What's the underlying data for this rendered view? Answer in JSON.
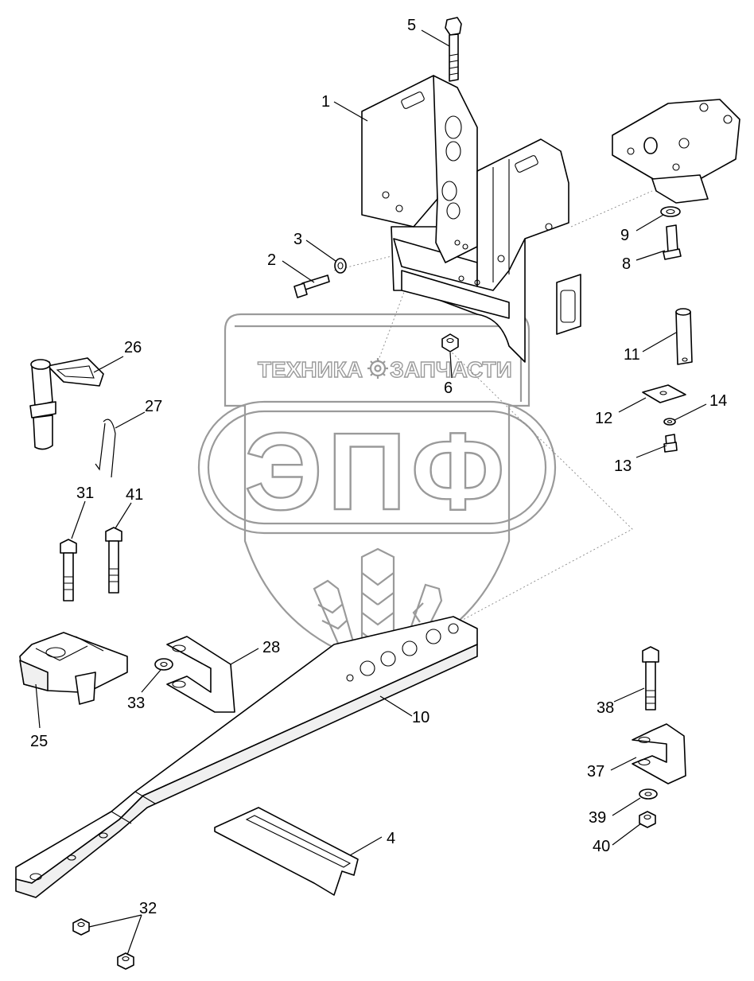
{
  "diagram": {
    "watermark": {
      "top_text": "ТЕХНИКА",
      "top_text_right": "ЗАПЧАСТИ",
      "main_text": "ЭПФ",
      "gear_icon": "gear-icon",
      "wheat_icon": "wheat-icon"
    },
    "callouts": [
      {
        "id": "1",
        "text": "1"
      },
      {
        "id": "2",
        "text": "2"
      },
      {
        "id": "3",
        "text": "3"
      },
      {
        "id": "4",
        "text": "4"
      },
      {
        "id": "5",
        "text": "5"
      },
      {
        "id": "6",
        "text": "6"
      },
      {
        "id": "8",
        "text": "8"
      },
      {
        "id": "9",
        "text": "9"
      },
      {
        "id": "10",
        "text": "10"
      },
      {
        "id": "11",
        "text": "11"
      },
      {
        "id": "12",
        "text": "12"
      },
      {
        "id": "13",
        "text": "13"
      },
      {
        "id": "14",
        "text": "14"
      },
      {
        "id": "25",
        "text": "25"
      },
      {
        "id": "26",
        "text": "26"
      },
      {
        "id": "27",
        "text": "27"
      },
      {
        "id": "28",
        "text": "28"
      },
      {
        "id": "31",
        "text": "31"
      },
      {
        "id": "32",
        "text": "32"
      },
      {
        "id": "33",
        "text": "33"
      },
      {
        "id": "37",
        "text": "37"
      },
      {
        "id": "38",
        "text": "38"
      },
      {
        "id": "39",
        "text": "39"
      },
      {
        "id": "40",
        "text": "40"
      },
      {
        "id": "41",
        "text": "41"
      }
    ]
  }
}
